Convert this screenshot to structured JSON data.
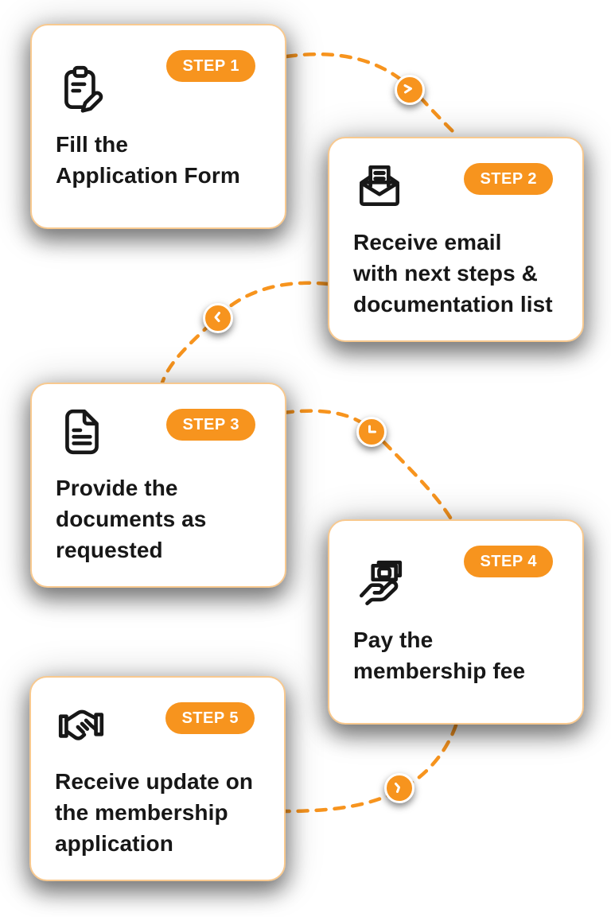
{
  "colors": {
    "accent_orange": "#F7941E",
    "card_border": "#F8C98F",
    "card_background": "#FFFFFF",
    "text": "#171717",
    "badge_text": "#FFFFFF"
  },
  "steps": [
    {
      "badge": "STEP 1",
      "title": "Fill the\nApplication Form",
      "icon": "clipboard-edit-icon"
    },
    {
      "badge": "STEP 2",
      "title": "Receive email\nwith next steps &\ndocumentation list",
      "icon": "mail-open-icon"
    },
    {
      "badge": "STEP 3",
      "title": "Provide the\ndocuments as\nrequested",
      "icon": "file-text-icon"
    },
    {
      "badge": "STEP 4",
      "title": "Pay the\nmembership fee",
      "icon": "hand-cash-icon"
    },
    {
      "badge": "STEP 5",
      "title": "Receive update on\nthe membership\napplication",
      "icon": "handshake-icon"
    }
  ],
  "connectors": [
    {
      "from": "step-1",
      "to": "step-2",
      "icon": "clock-icon"
    },
    {
      "from": "step-2",
      "to": "step-3",
      "icon": "clock-icon"
    },
    {
      "from": "step-3",
      "to": "step-4",
      "icon": "clock-icon"
    },
    {
      "from": "step-4",
      "to": "step-5",
      "icon": "clock-icon"
    }
  ]
}
